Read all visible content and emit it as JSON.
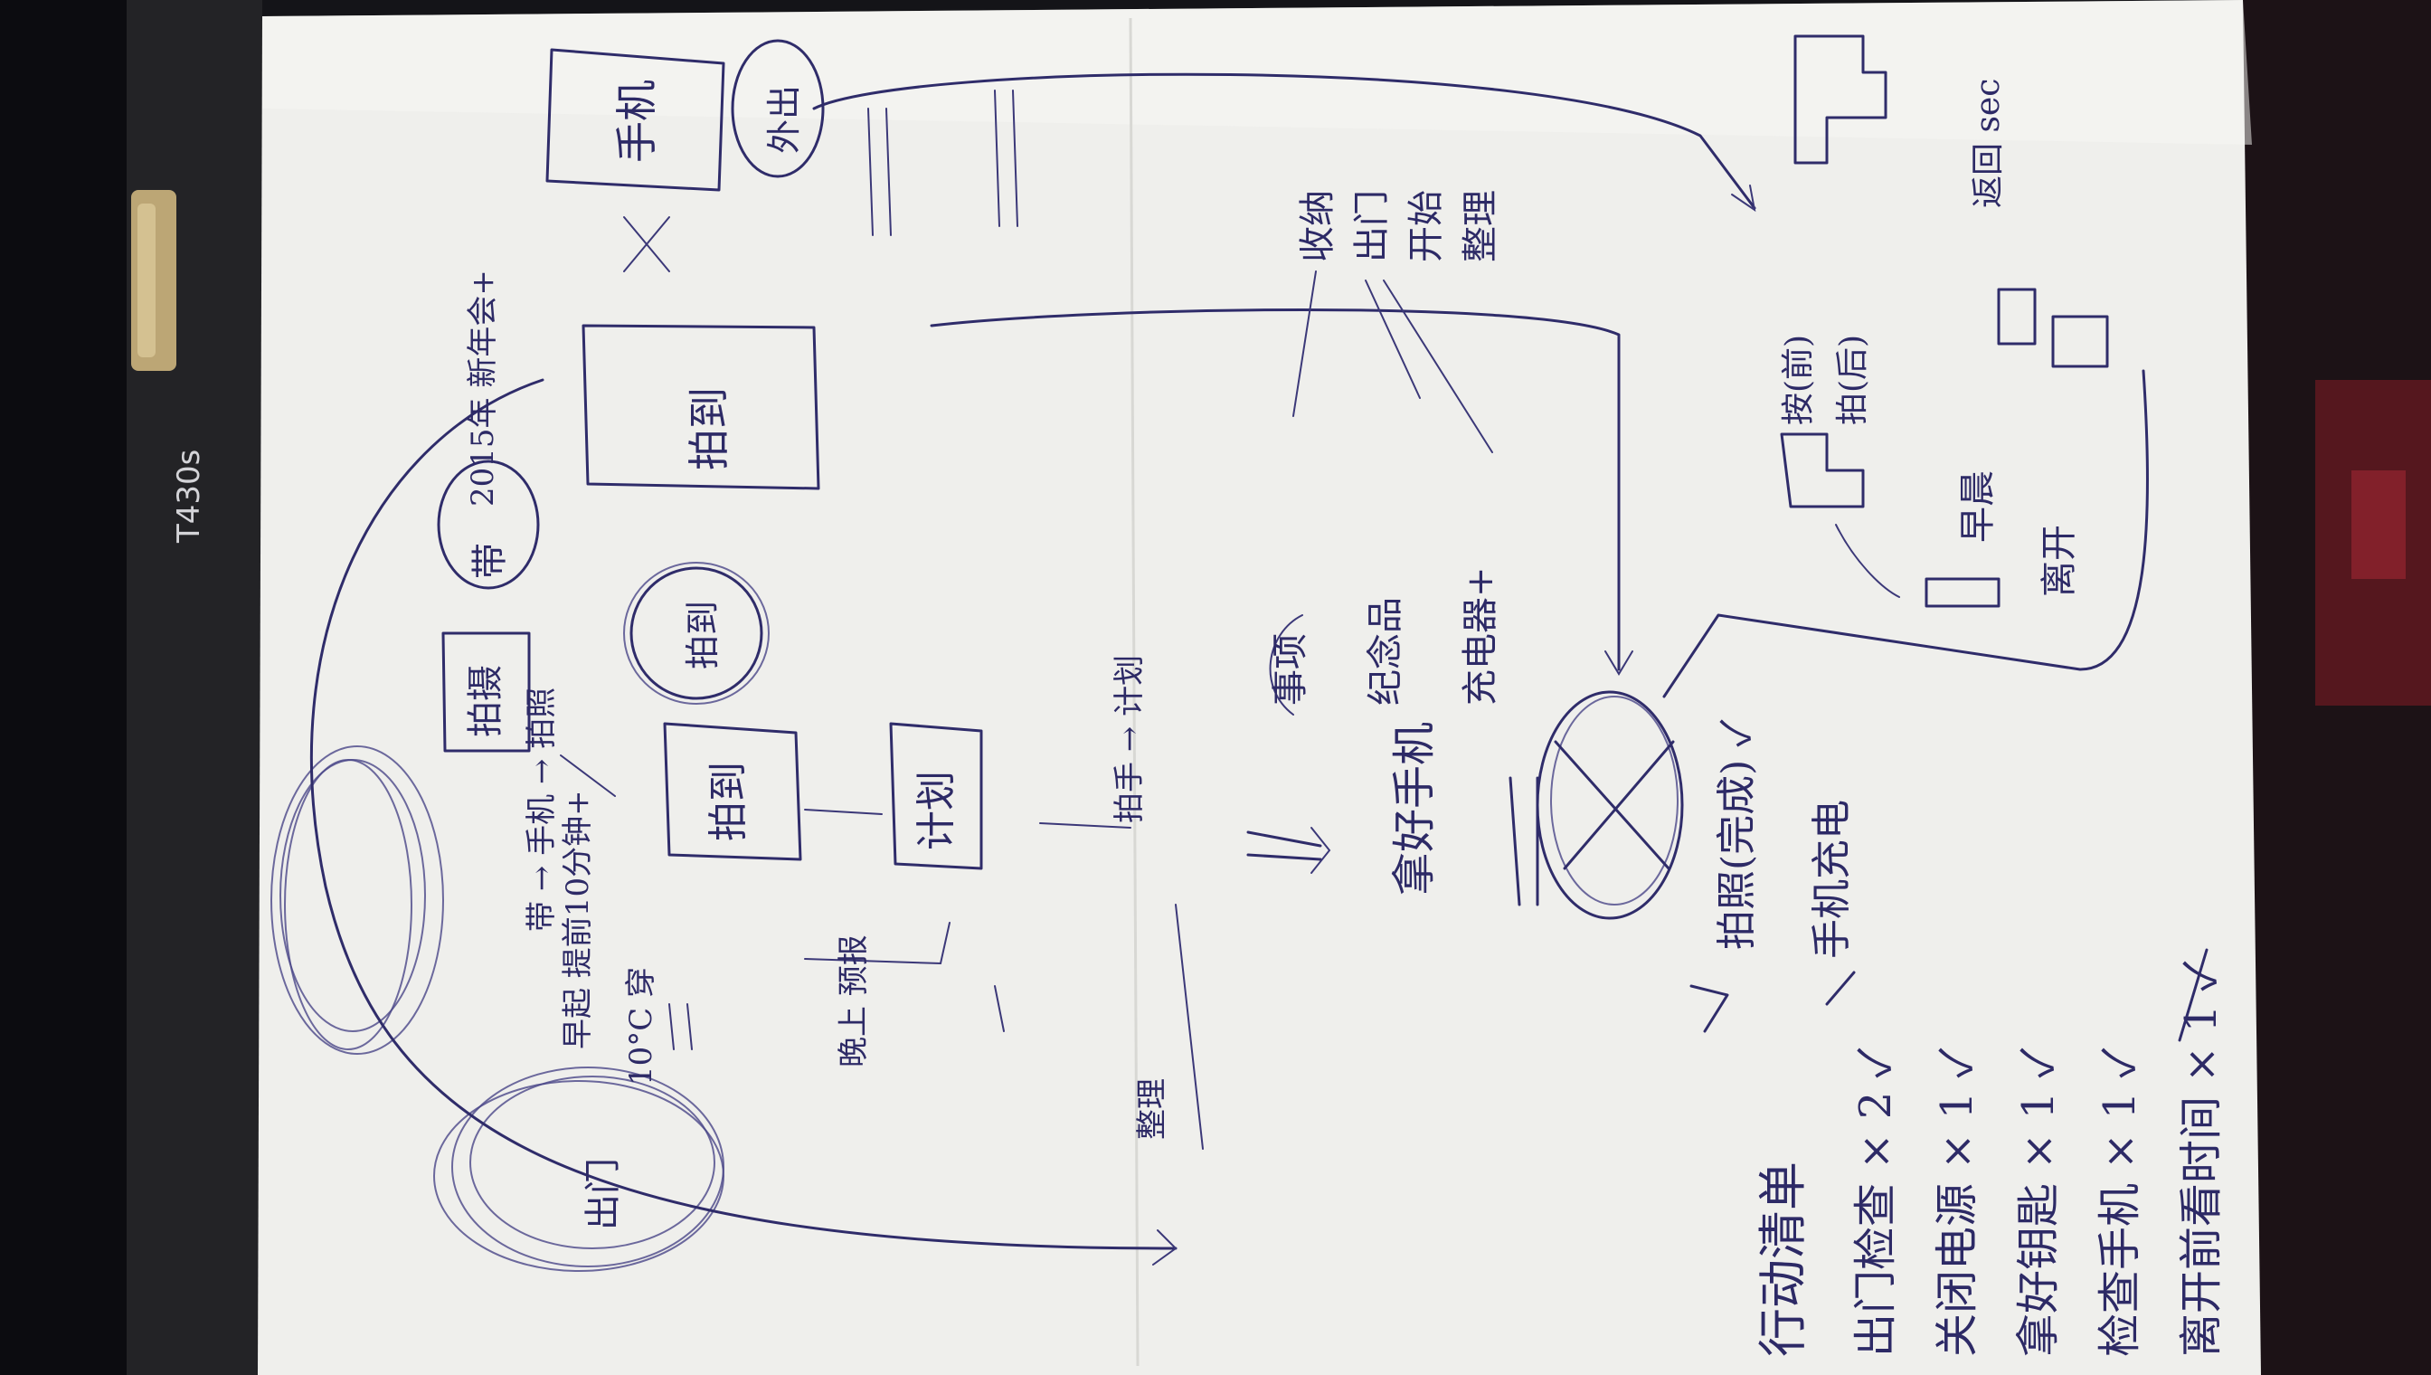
{
  "photo": {
    "laptop_model_label": "T430s"
  },
  "paper": {
    "header_scribble": "2015年 新年会+",
    "top_boxes": [
      "手机",
      "拍到"
    ],
    "center_boxes": [
      "拍到",
      "计划",
      "拍摄"
    ],
    "circled_top": [
      "带",
      "拍到"
    ],
    "circled_left": [
      "出门",
      "外出"
    ],
    "left_notes": [
      "早起 提前10分钟+",
      "10°C 穿",
      "晚上 预报"
    ],
    "middle_notes": [
      "带 → 手机 → 拍照",
      "拍手 → 计划",
      "整理"
    ],
    "right_column": [
      "收纳",
      "出门",
      "开始",
      "整理"
    ],
    "right_notes": [
      "事项",
      "纪念品",
      "充电器+"
    ],
    "right_sketch_labels": [
      "按(前)",
      "拍(后)",
      "返回 sec"
    ],
    "bottom_right": [
      "早晨",
      "离开"
    ],
    "center_label": "拿好手机",
    "checklist_title": "行动清单",
    "checklist": [
      "出门检查 × 2 ✓",
      "关闭电源 × 1 ✓",
      "拿好钥匙 × 1 ✓",
      "检查手机 × 1 ✓",
      "离开前看时间 × 1 ✓"
    ],
    "checklist_right": [
      "拍照(完成) ✓",
      "手机充电"
    ]
  }
}
